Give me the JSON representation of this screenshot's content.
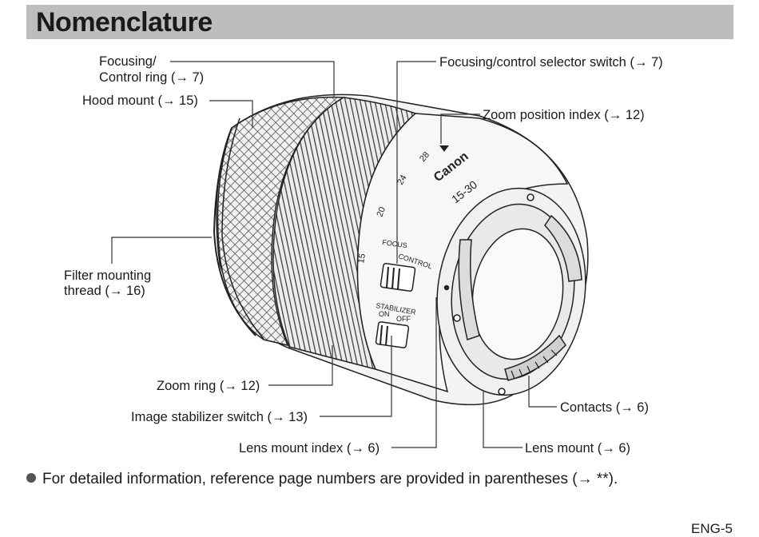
{
  "title": "Nomenclature",
  "labels": {
    "focusing_ring_line1": "Focusing/",
    "focusing_ring_line2": "Control ring (→ 7)",
    "hood_mount": "Hood mount (→ 15)",
    "filter_thread_line1": "Filter mounting",
    "filter_thread_line2": "thread (→ 16)",
    "zoom_ring": "Zoom ring (→ 12)",
    "is_switch": "Image stabilizer switch (→ 13)",
    "lens_mount_index": "Lens mount index (→ 6)",
    "selector_switch": "Focusing/control selector switch (→ 7)",
    "zoom_position_index": "Zoom position index (→ 12)",
    "contacts": "Contacts (→ 6)",
    "lens_mount": "Lens mount (→ 6)"
  },
  "lens_markings": {
    "brand": "Canon",
    "focal": "15-30",
    "scale": [
      "15",
      "20",
      "24",
      "28"
    ],
    "focus_switch_top": "FOCUS",
    "focus_switch_bottom": "CONTROL",
    "stabilizer_title": "STABILIZER",
    "stabilizer_on": "ON",
    "stabilizer_off": "OFF"
  },
  "note": "For detailed information, reference page numbers are provided in parentheses (→ **).",
  "page_number": "ENG-5"
}
